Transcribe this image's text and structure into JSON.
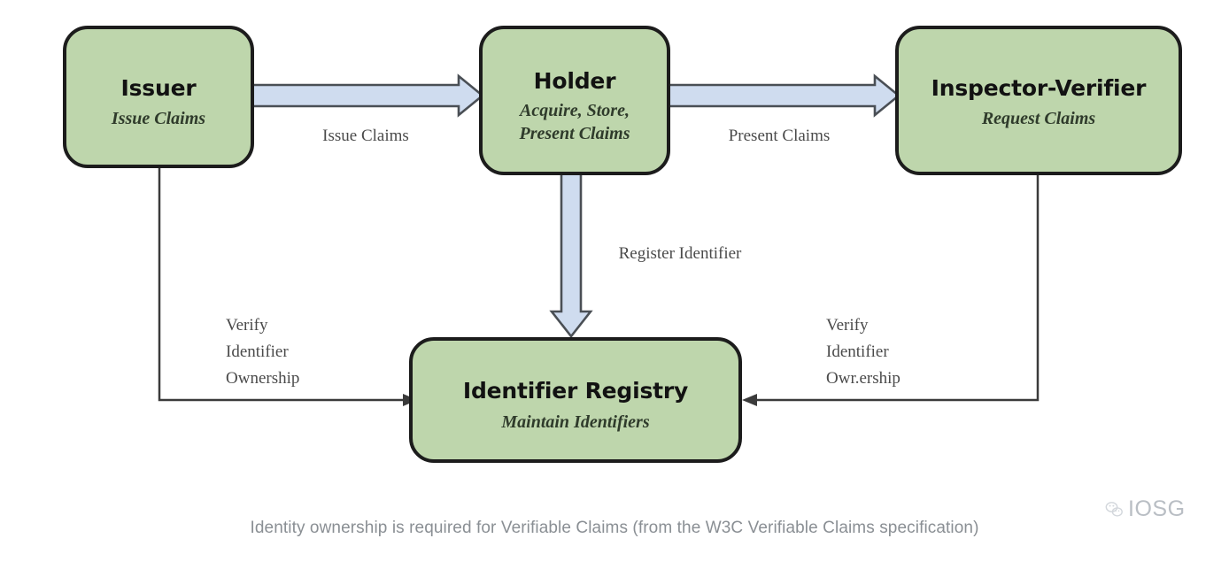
{
  "diagram": {
    "type": "flow-diagram",
    "colors": {
      "node_fill": "#bed6ac",
      "node_stroke": "#1c1c1c",
      "block_arrow_fill": "#cfdcef",
      "block_arrow_stroke": "#4a4f55",
      "thin_line": "#3b3b3b",
      "caption_text": "#8a8f94",
      "watermark": "#b9bec4",
      "background": "#ffffff"
    },
    "nodes": [
      {
        "id": "issuer",
        "title": "Issuer",
        "subtitle_lines": [
          "Issue Claims"
        ]
      },
      {
        "id": "holder",
        "title": "Holder",
        "subtitle_lines": [
          "Acquire, Store,",
          "Present Claims"
        ]
      },
      {
        "id": "inspector-verifier",
        "title": "Inspector-Verifier",
        "subtitle_lines": [
          "Request Claims"
        ]
      },
      {
        "id": "identifier-registry",
        "title": "Identifier Registry",
        "subtitle_lines": [
          "Maintain Identifiers"
        ]
      }
    ],
    "edges": [
      {
        "id": "issue-claims",
        "from": "issuer",
        "to": "holder",
        "style": "block-arrow",
        "label_lines": [
          "Issue Claims"
        ]
      },
      {
        "id": "present-claims",
        "from": "holder",
        "to": "inspector-verifier",
        "style": "block-arrow",
        "label_lines": [
          "Present Claims"
        ]
      },
      {
        "id": "register-identifier",
        "from": "holder",
        "to": "identifier-registry",
        "style": "block-arrow",
        "label_lines": [
          "Register Identifier"
        ]
      },
      {
        "id": "verify-identifier-ownership-left",
        "from": "issuer",
        "to": "identifier-registry",
        "style": "thin-arrow",
        "label_lines": [
          "Verify",
          "Identifier",
          "Ownership"
        ]
      },
      {
        "id": "verify-identifier-ownership-right",
        "from": "inspector-verifier",
        "to": "identifier-registry",
        "style": "thin-arrow",
        "label_lines": [
          "Verify",
          "Identifier",
          "Owr.ership"
        ]
      }
    ]
  },
  "caption": {
    "text": "Identity ownership is required for Verifiable Claims (from the W3C Verifiable Claims specification)"
  },
  "watermark": {
    "label": "IOSG",
    "mark": "wechat-logo-icon"
  }
}
